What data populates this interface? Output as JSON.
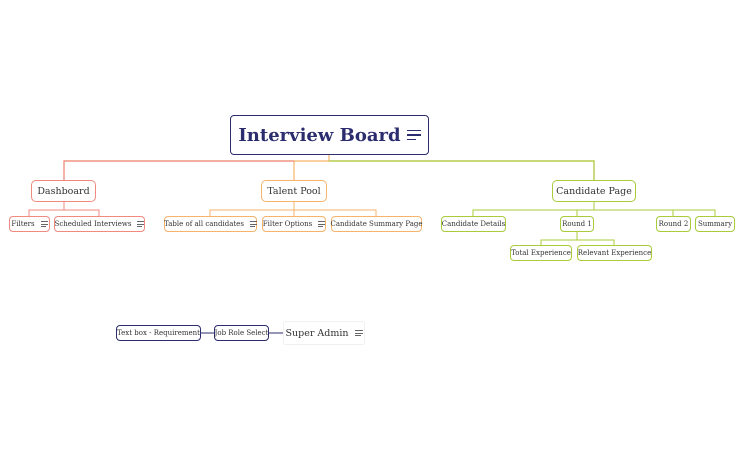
{
  "root": {
    "label": "Interview Board"
  },
  "branches": {
    "dashboard": {
      "label": "Dashboard",
      "children": [
        "Filters",
        "Scheduled Interviews"
      ]
    },
    "talent_pool": {
      "label": "Talent Pool",
      "children": [
        "Table of all candidates",
        "Filter Options",
        "Candidate Summary Page"
      ]
    },
    "candidate_page": {
      "label": "Candidate Page",
      "children": [
        "Candidate Details",
        "Round 1",
        "Round 2",
        "Summary"
      ],
      "round1_children": [
        "Total Experience",
        "Relevant Experience"
      ]
    }
  },
  "floating": {
    "super_admin": "Super Admin",
    "job_role_select": "Job Role Select",
    "text_box": "Text box - Requirement"
  },
  "colors": {
    "root": "#2b2d6e",
    "dashboard": "#f08a7e",
    "talent_pool": "#f6b36c",
    "candidate_page": "#a9cc3c"
  }
}
